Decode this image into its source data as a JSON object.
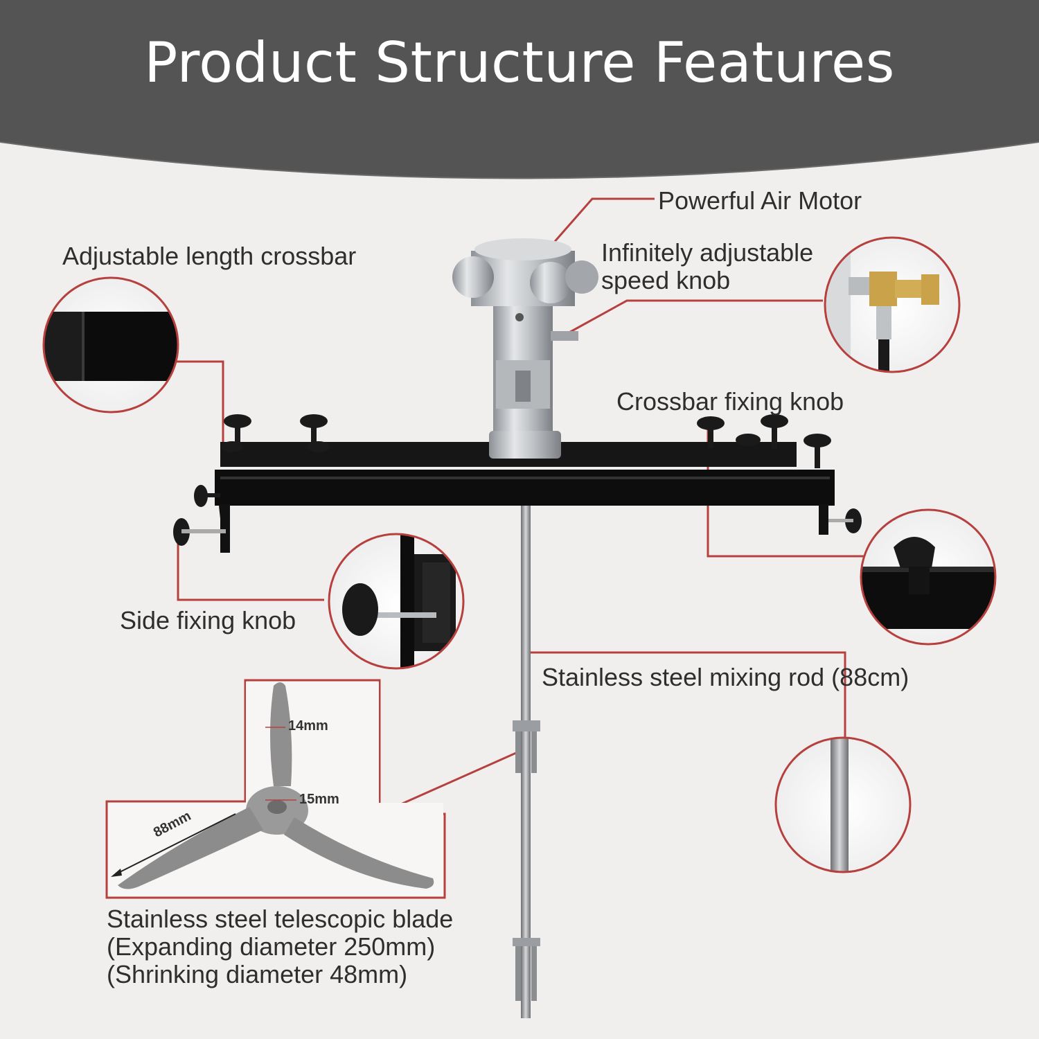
{
  "title": "Product Structure Features",
  "labels": {
    "motor": "Powerful Air Motor",
    "crossbar": "Adjustable length crossbar",
    "speed_knob_line1": "Infinitely adjustable",
    "speed_knob_line2": "speed knob",
    "crossbar_knob": "Crossbar fixing knob",
    "side_knob": "Side fixing knob",
    "mixing_rod": "Stainless steel mixing rod (88cm)",
    "blade_line1": "Stainless steel telescopic blade",
    "blade_line2": "(Expanding diameter 250mm)",
    "blade_line3": "(Shrinking diameter 48mm)"
  },
  "blade_dimensions": {
    "width_a": "14mm",
    "width_b": "15mm",
    "length": "88mm"
  },
  "colors": {
    "banner": "#545454",
    "background": "#f1efee",
    "callout_line": "#b5403e",
    "metal": "#b9bcbf",
    "bar": "#111111"
  }
}
